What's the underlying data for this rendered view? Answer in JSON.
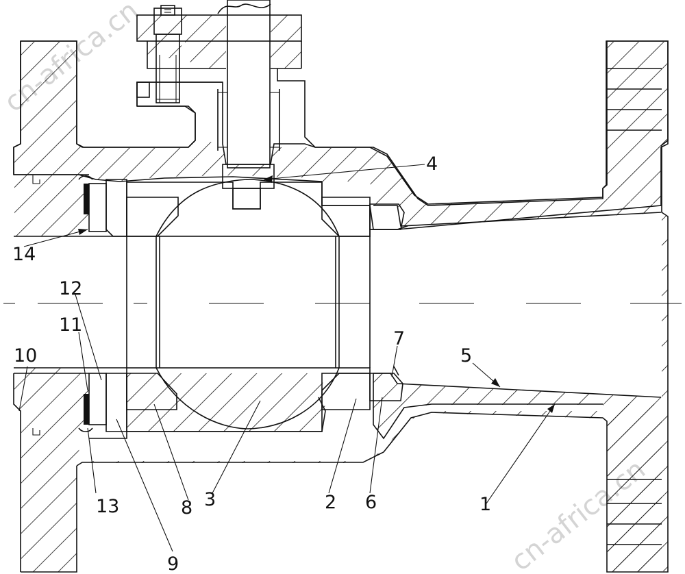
{
  "drawing": {
    "description_free": true,
    "labels": [
      {
        "id": "part-1",
        "text": "1"
      },
      {
        "id": "part-2",
        "text": "2"
      },
      {
        "id": "part-3",
        "text": "3"
      },
      {
        "id": "part-4",
        "text": "4"
      },
      {
        "id": "part-5",
        "text": "5"
      },
      {
        "id": "part-6",
        "text": "6"
      },
      {
        "id": "part-7",
        "text": "7"
      },
      {
        "id": "part-8",
        "text": "8"
      },
      {
        "id": "part-9",
        "text": "9"
      },
      {
        "id": "part-10",
        "text": "10"
      },
      {
        "id": "part-11",
        "text": "11"
      },
      {
        "id": "part-12",
        "text": "12"
      },
      {
        "id": "part-13",
        "text": "13"
      },
      {
        "id": "part-14",
        "text": "14"
      }
    ],
    "watermark": "cn-africa.cn",
    "colors": {
      "line": "#111111",
      "background": "#ffffff",
      "watermark": "#d4d4d4"
    }
  }
}
